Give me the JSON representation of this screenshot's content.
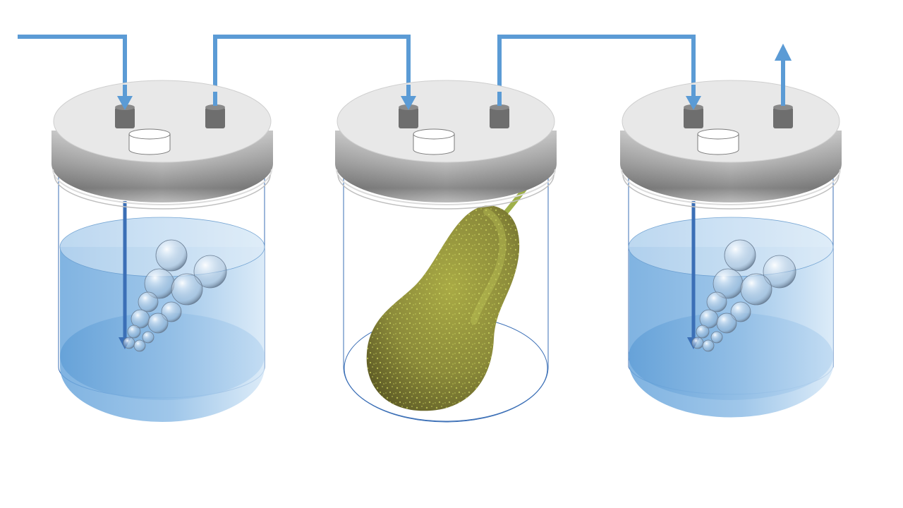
{
  "diagram": {
    "colors": {
      "tube": "#5b9bd5",
      "tube_dark": "#3b6fb6",
      "water_top": "#b9d7f2",
      "water_bottom": "#5b9bd5",
      "lid_top": "#e6e6e6",
      "lid_rim": "#9a9a9a",
      "port": "#6e6e6e",
      "jar_outline": "#3b6fb6",
      "pear_body": "#8b8a3a",
      "pear_light": "#b4bd4e",
      "pear_speckle": "#c9d45a",
      "stem": "#9fb04a"
    },
    "jars": [
      {
        "id": "jar-1",
        "content": "water",
        "has_bubbles": true
      },
      {
        "id": "jar-2",
        "content": "pear",
        "has_bubbles": false
      },
      {
        "id": "jar-3",
        "content": "water",
        "has_bubbles": true
      }
    ],
    "flow": [
      "inlet",
      "jar-1",
      "jar-2",
      "jar-3",
      "outlet"
    ]
  }
}
